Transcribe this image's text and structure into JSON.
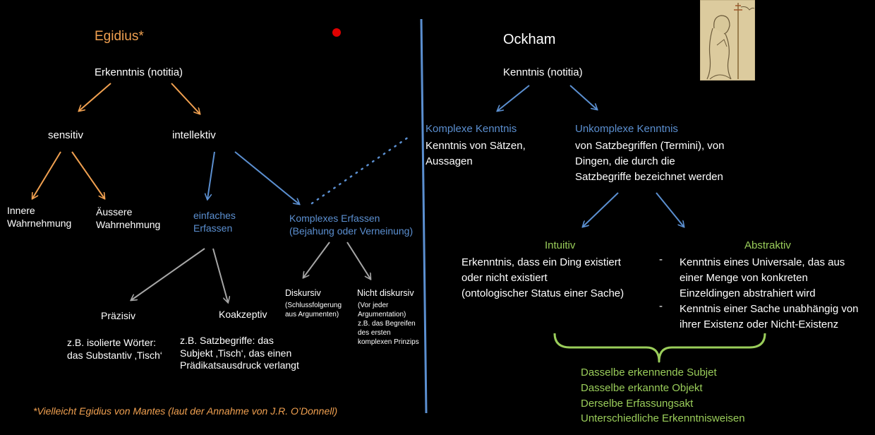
{
  "left": {
    "title": "Egidius*",
    "root": "Erkenntnis (notitia)",
    "sensitiv": "sensitiv",
    "intellektiv": "intellektiv",
    "innere": [
      "Innere",
      "Wahrnehmung"
    ],
    "aeussere": [
      "Äussere",
      "Wahrnehmung"
    ],
    "einfaches": [
      "einfaches",
      "Erfassen"
    ],
    "komplexes": [
      "Komplexes Erfassen",
      "(Bejahung oder Verneinung)"
    ],
    "praezisiv": "Präzisiv",
    "koakzeptiv": "Koakzeptiv",
    "praezisiv_note": [
      "z.B. isolierte Wörter:",
      "das Substantiv ‚Tisch‘"
    ],
    "koakzeptiv_note": [
      "z.B. Satzbegriffe: das",
      "Subjekt ‚Tisch‘, das einen",
      "Prädikatsausdruck verlangt"
    ],
    "diskursiv": "Diskursiv",
    "diskursiv_note": [
      "(Schlussfolgerung",
      "aus Argumenten)"
    ],
    "nicht_diskursiv": "Nicht diskursiv",
    "nicht_diskursiv_note": [
      "(Vor jeder",
      "Argumentation)",
      "z.B. das Begreifen",
      "des ersten",
      "komplexen Prinzips"
    ],
    "footnote": "*Vielleicht Egidius von Mantes (laut der Annahme von J.R. O’Donnell)"
  },
  "right": {
    "title": "Ockham",
    "root": "Kenntnis (notitia)",
    "komplexe_title": "Komplexe Kenntnis",
    "komplexe_body": [
      "Kenntnis von Sätzen,",
      "Aussagen"
    ],
    "unkomplexe_title": "Unkomplexe Kenntnis",
    "unkomplexe_body": [
      "von Satzbegriffen (Termini), von",
      "Dingen, die durch die",
      "Satzbegriffe bezeichnet werden"
    ],
    "intuitiv_title": "Intuitiv",
    "intuitiv_body": [
      "Erkenntnis, dass ein Ding existiert",
      "oder nicht existiert",
      "(ontologischer Status einer Sache)"
    ],
    "abstraktiv_title": "Abstraktiv",
    "abstraktiv_items": [
      [
        "Kenntnis eines Universale, das aus",
        "einer Menge von konkreten",
        "Einzeldingen abstrahiert wird"
      ],
      [
        "Kenntnis einer Sache unabhängig von",
        "ihrer Existenz oder Nicht-Existenz"
      ]
    ],
    "bullet": "-",
    "summary": [
      "Dasselbe erkennende Subjet",
      "Dasselbe erkannte Objekt",
      "Derselbe Erfassungsakt",
      "Unterschiedliche Erkenntnisweisen"
    ]
  },
  "colors": {
    "background": "#000000",
    "orange": "#f0a050",
    "blue": "#5b8fd0",
    "green": "#9acd5a",
    "grey_arrow": "#a6a6a6",
    "red_dot": "#e00000"
  }
}
